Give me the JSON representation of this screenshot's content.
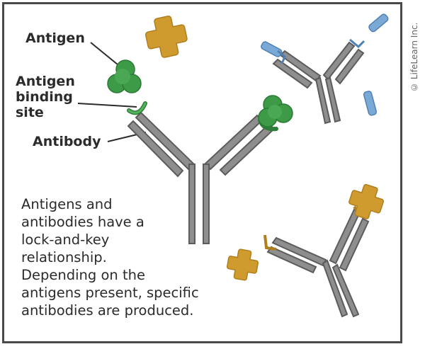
{
  "labels": {
    "antigen": "Antigen",
    "binding_site_lines": [
      "Antigen",
      "binding",
      "site"
    ],
    "antibody": "Antibody"
  },
  "caption_lines": [
    "Antigens and",
    "antibodies have a",
    "lock-and-key",
    "relationship.",
    "Depending on the",
    "antigens present, specific",
    "antibodies are produced."
  ],
  "credit": "© LifeLearn Inc.",
  "colors": {
    "frame": "#4a4a4a",
    "antibody_gray": "#8e8e8e",
    "antibody_outline": "#5c5c5c",
    "green_antigen": "#3d9a47",
    "gold_antigen": "#cf9a2e",
    "blue_antigen": "#7aa9d6",
    "text": "#2b2b2b"
  }
}
